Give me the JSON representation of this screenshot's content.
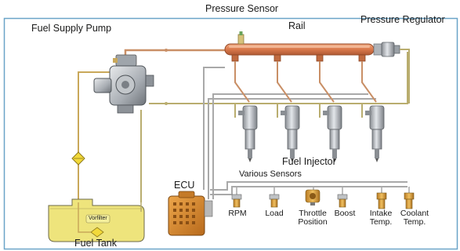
{
  "diagram": {
    "labels": {
      "fuel_supply_pump": "Fuel Supply Pump",
      "pressure_sensor": "Pressure Sensor",
      "rail": "Rail",
      "pressure_regulator": "Pressure Regulator",
      "fuel_injector": "Fuel Injector",
      "various_sensors": "Various Sensors",
      "ecu": "ECU",
      "fuel_tank": "Fuel Tank",
      "tank_filter": "Vorfilter"
    },
    "sensors": [
      {
        "label": "RPM"
      },
      {
        "label": "Load"
      },
      {
        "label": "Throttle\nPosition"
      },
      {
        "label": "Boost"
      },
      {
        "label": "Intake\nTemp."
      },
      {
        "label": "Coolant\nTemp."
      }
    ],
    "colors": {
      "frame_border": "#6aa4c8",
      "background": "#ffffff",
      "fuel_line": "#c98f66",
      "return_line": "#b9ad6f",
      "control_wire": "#a9a9a9",
      "rail_body": "#d9784b",
      "tank_fill": "#eee47c",
      "ecu_body": "#d9892e",
      "filter_yellow": "#f2d93a",
      "sensor_brass": "#d9a040"
    },
    "injector_count": 4,
    "icons": [
      "fuel-pump-icon",
      "rail-icon",
      "injector-icon",
      "ecu-icon",
      "fuel-tank-icon",
      "filter-icon",
      "sensor-icon"
    ]
  }
}
